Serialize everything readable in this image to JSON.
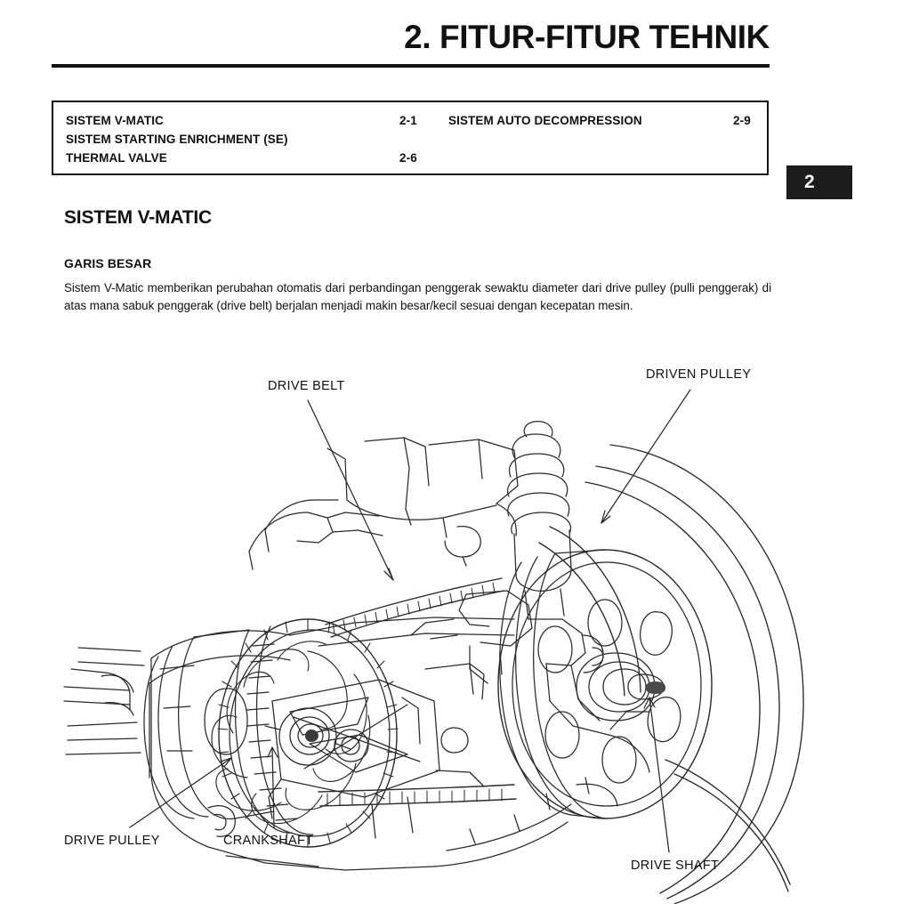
{
  "header": {
    "chapter_title": "2. FITUR-FITUR TEHNIK",
    "chapter_tab_number": "2"
  },
  "toc": {
    "left_column": [
      {
        "label": "SISTEM V-MATIC",
        "page": "2-1"
      },
      {
        "label": "SISTEM STARTING ENRICHMENT (SE)",
        "page": ""
      },
      {
        "label": "THERMAL VALVE",
        "page": "2-6"
      }
    ],
    "right_column": [
      {
        "label": "SISTEM AUTO DECOMPRESSION",
        "page": "2-9"
      }
    ]
  },
  "section": {
    "heading": "SISTEM V-MATIC",
    "subheading": "GARIS BESAR",
    "body": "Sistem V-Matic memberikan perubahan otomatis dari perbandingan penggerak sewaktu diameter dari drive pulley (pulli penggerak) di atas mana sabuk penggerak (drive belt) berjalan menjadi makin besar/kecil sesuai dengan kecepatan mesin."
  },
  "figure": {
    "callouts": {
      "drive_belt": "DRIVE BELT",
      "driven_pulley": "DRIVEN PULLEY",
      "drive_pulley": "DRIVE PULLEY",
      "crankshaft": "CRANKSHAFT",
      "drive_shaft": "DRIVE SHAFT"
    }
  },
  "colors": {
    "ink": "#111111",
    "line": "#2a2a2a",
    "tab_background": "#1c1c1c",
    "tab_text": "#ffffff",
    "page_background": "#ffffff"
  }
}
